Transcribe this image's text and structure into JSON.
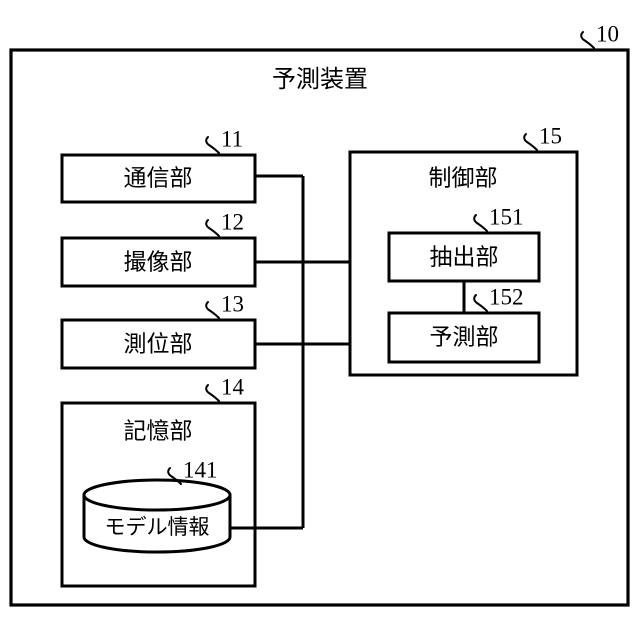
{
  "figure": {
    "title": "予測装置",
    "device_ref": "10",
    "background": "#ffffff",
    "line_color": "#000000"
  },
  "outer_frame": {
    "name": "予測装置",
    "ref": "10"
  },
  "input_units": [
    {
      "label": "通信部",
      "ref": "11"
    },
    {
      "label": "撮像部",
      "ref": "12"
    },
    {
      "label": "測位部",
      "ref": "13"
    }
  ],
  "storage": {
    "label": "記憶部",
    "ref": "14",
    "contents": [
      {
        "label": "モデル情報",
        "ref": "141",
        "shape": "cylinder-icon"
      }
    ]
  },
  "controller": {
    "label": "制御部",
    "ref": "15",
    "sub_units": [
      {
        "label": "抽出部",
        "ref": "151"
      },
      {
        "label": "予測部",
        "ref": "152"
      }
    ]
  },
  "connections": [
    {
      "from": "通信部",
      "to": "bus"
    },
    {
      "from": "撮像部",
      "to": "bus"
    },
    {
      "from": "測位部",
      "to": "bus"
    },
    {
      "from": "モデル情報",
      "to": "bus"
    },
    {
      "from": "bus",
      "to": "抽出部"
    },
    {
      "from": "bus",
      "to": "予測部"
    },
    {
      "from": "抽出部",
      "to": "予測部"
    }
  ]
}
